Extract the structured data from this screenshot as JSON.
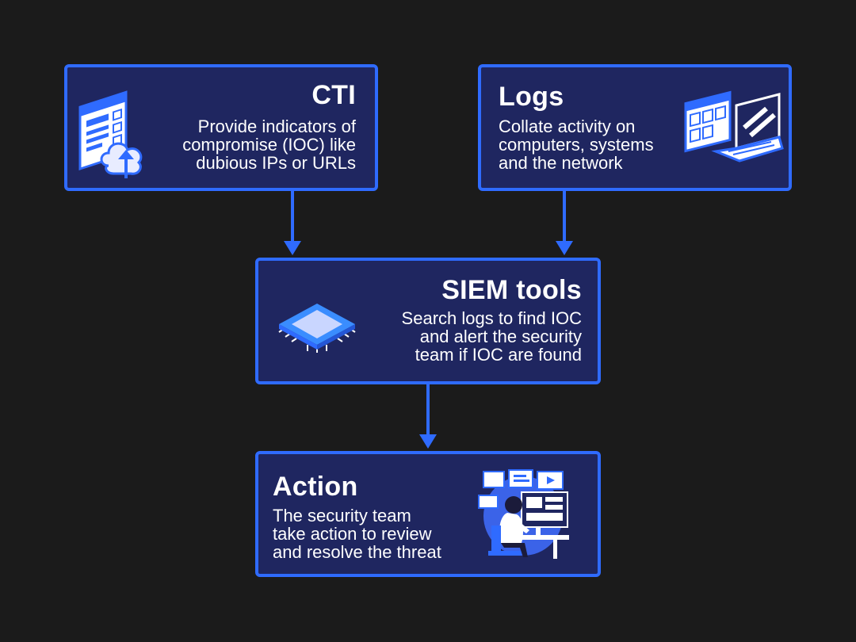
{
  "nodes": {
    "cti": {
      "title": "CTI",
      "description": "Provide indicators of\ncompromise (IOC) like\ndubious IPs or URLs",
      "icon": "browser-cloud-upload-icon"
    },
    "logs": {
      "title": "Logs",
      "description": "Collate activity on\ncomputers, systems\nand the network",
      "icon": "laptop-windows-icon"
    },
    "siem": {
      "title": "SIEM tools",
      "description": "Search logs to find IOC\nand alert the security\nteam if IOC are found",
      "icon": "chip-icon"
    },
    "action": {
      "title": "Action",
      "description": "The security team\ntake action to review\nand resolve the threat",
      "icon": "analyst-desk-icon"
    }
  },
  "edges": [
    {
      "from": "cti",
      "to": "siem"
    },
    {
      "from": "logs",
      "to": "siem"
    },
    {
      "from": "siem",
      "to": "action"
    }
  ],
  "colors": {
    "background": "#1b1b1b",
    "box_fill": "#1f2660",
    "box_border": "#2f6bff",
    "arrow": "#2f6bff",
    "text": "#ffffff"
  }
}
